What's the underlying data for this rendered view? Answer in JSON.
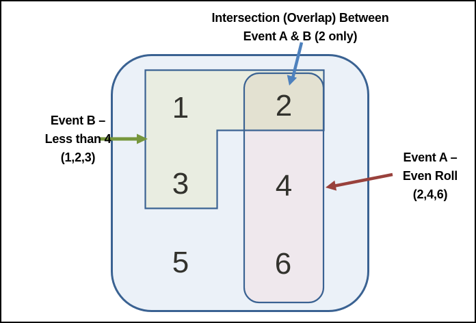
{
  "labels": {
    "intersection": {
      "line1": "Intersection (Overlap) Between",
      "line2": "Event A & B (2 only)"
    },
    "event_b": {
      "line1": "Event B –",
      "line2": "Less than 4",
      "line3": "(1,2,3)"
    },
    "event_a": {
      "line1": "Event A –",
      "line2": "Even Roll",
      "line3": "(2,4,6)"
    }
  },
  "cells": [
    "1",
    "2",
    "3",
    "4",
    "5",
    "6"
  ],
  "colors": {
    "outline": "#3A6292",
    "sample_space_fill": "#EBF1F8",
    "event_b_fill": "#E9EDE1",
    "event_a_fill": "#EFE8ED",
    "intersection_fill": "#E3E1D1",
    "arrow_intersection": "#4E81BD",
    "arrow_event_b": "#76963C",
    "arrow_event_a": "#99413C",
    "label_text": "#000000",
    "number_text": "#32322D",
    "frame": "#000000"
  }
}
